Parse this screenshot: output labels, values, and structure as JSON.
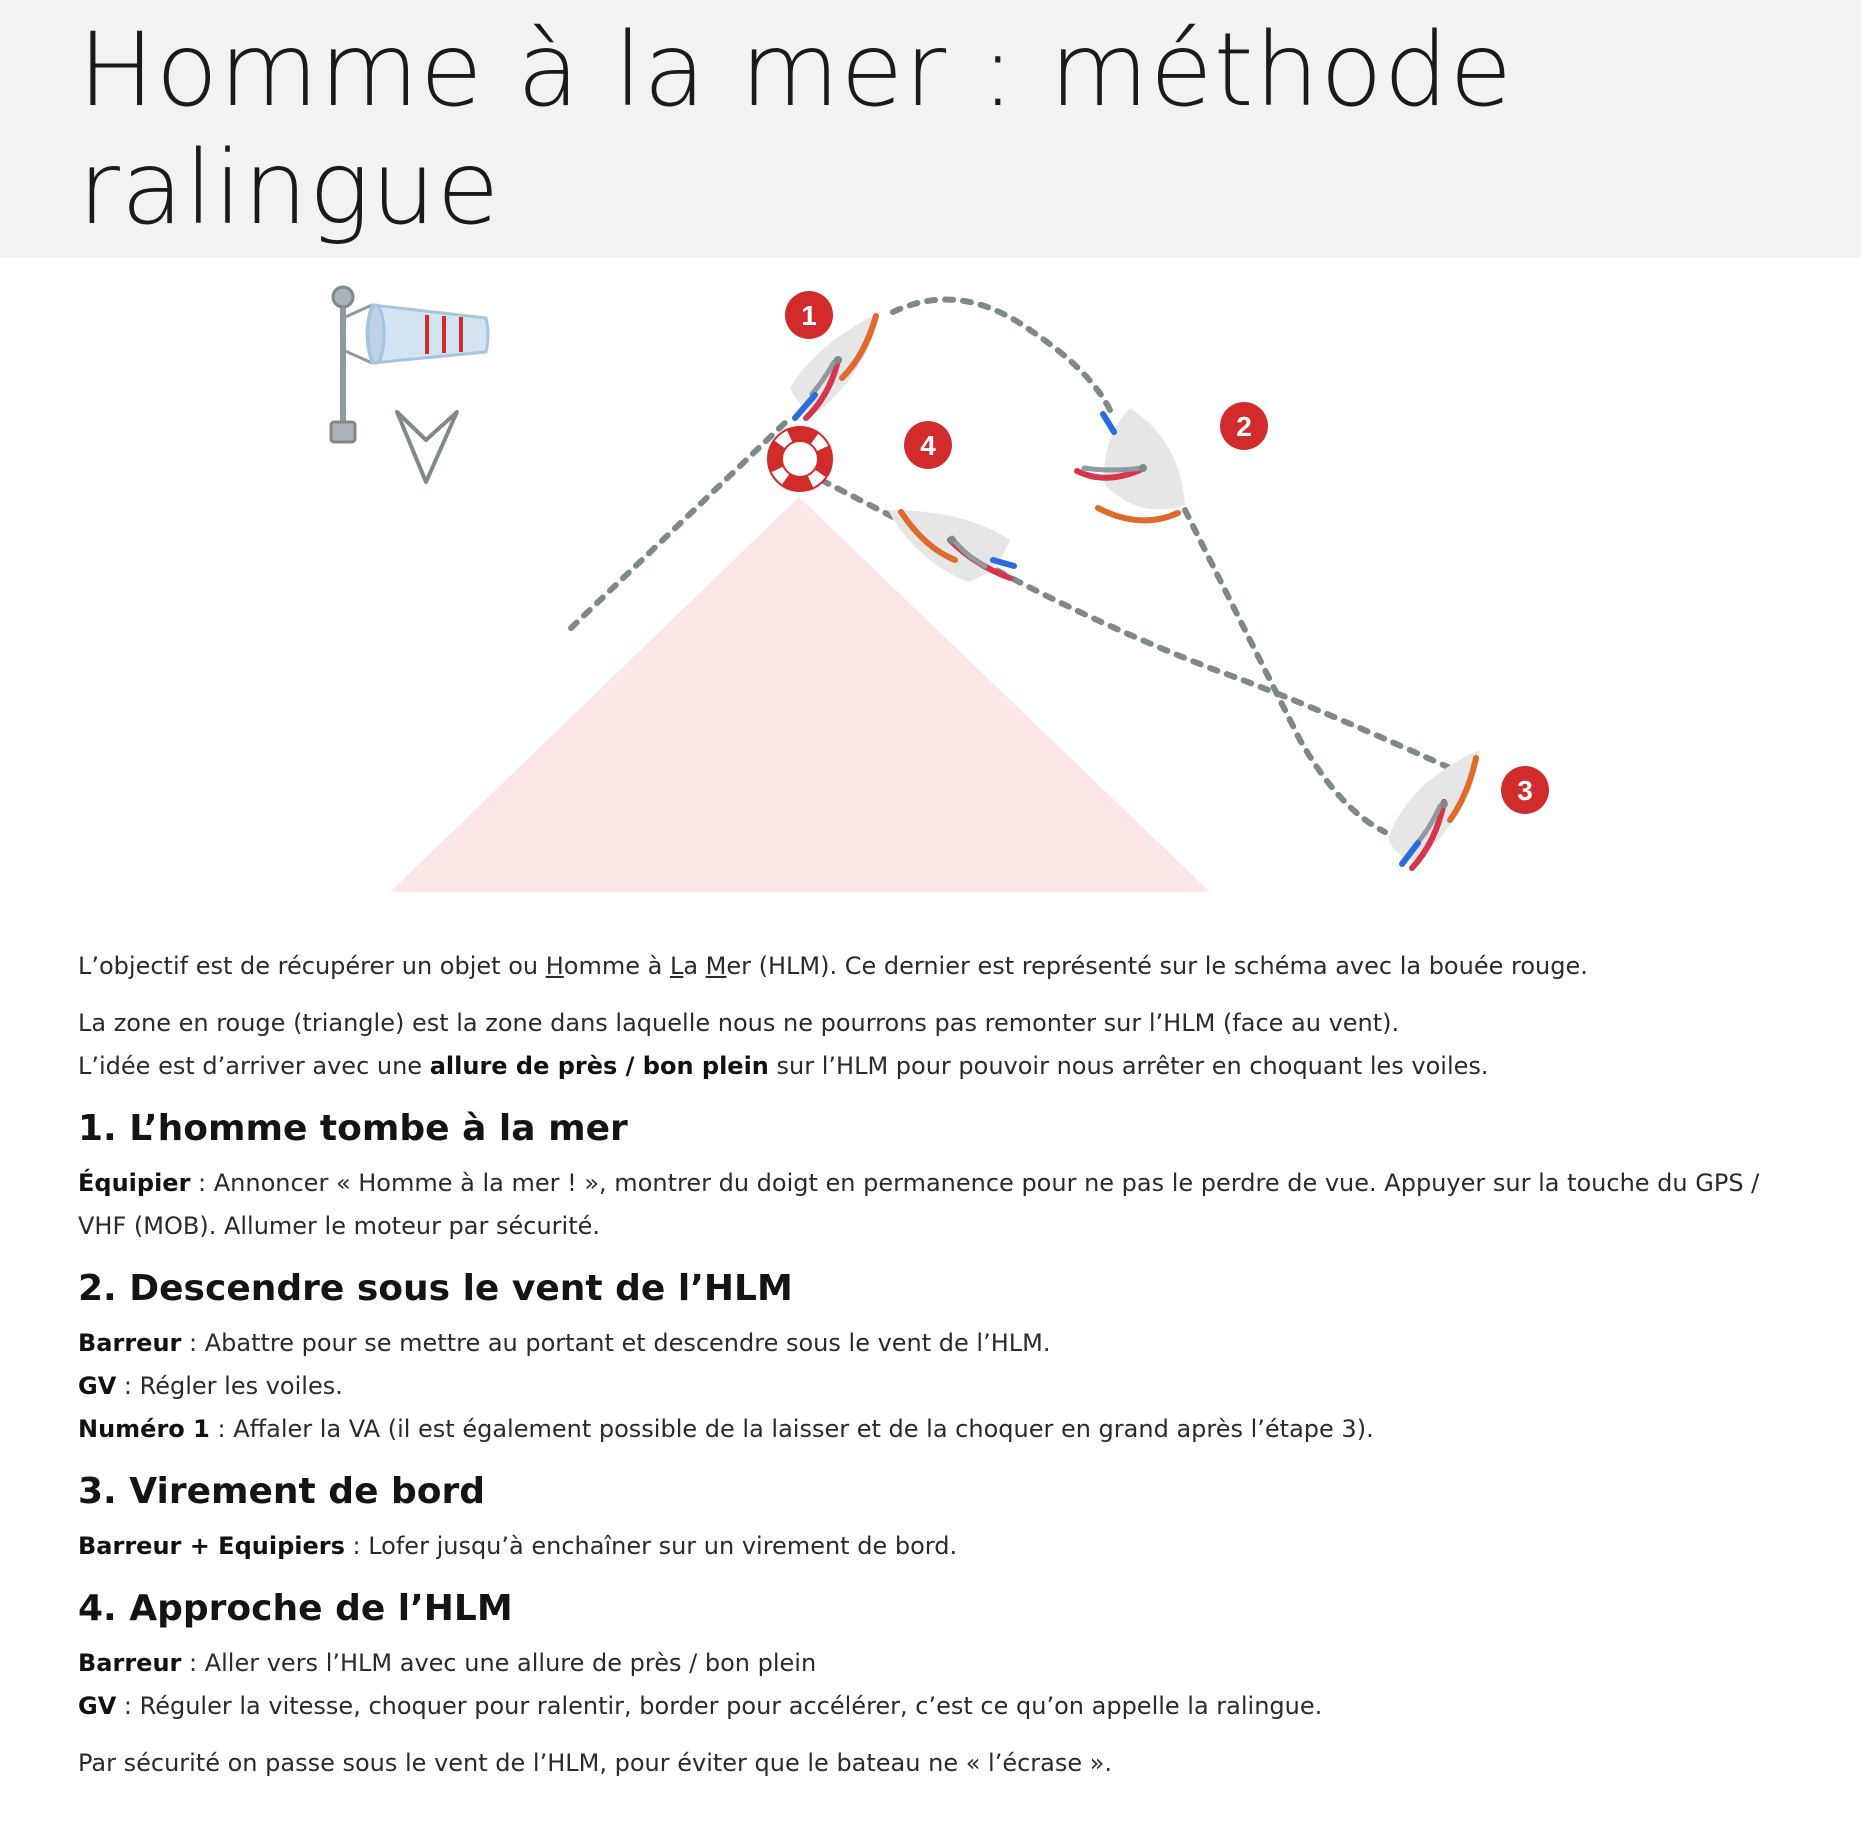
{
  "page": {
    "title_line1": "Homme à la mer : méthode",
    "title_line2": "ralingue"
  },
  "diagram": {
    "markers": [
      "1",
      "2",
      "3",
      "4"
    ],
    "colors": {
      "danger_zone": "#fce6e6",
      "path": "#7e8a8a",
      "marker": "#d12b2b",
      "buoy": "#d12b2b",
      "sail_red": "#d7354b",
      "sail_orange": "#e06a2b",
      "sail_blue": "#2b6be0",
      "hull": "#e6e6e6",
      "windsock": "#d2e3f2"
    },
    "icons": [
      "windsock-icon",
      "wind-direction-arrow-icon",
      "lifebuoy-icon",
      "sailboat-icon"
    ]
  },
  "content": {
    "intro": {
      "t1": "L’objectif est de récupérer un objet ou ",
      "u1": "H",
      "t2": "omme à ",
      "u2": "L",
      "t3": "a ",
      "u3": "M",
      "t4": "er (HLM). Ce dernier est représenté sur le schéma avec la bouée rouge."
    },
    "zone_line": "La zone en rouge (triangle) est la zone dans laquelle nous ne pourrons pas remonter sur l’HLM (face au vent).",
    "idea": {
      "before": "L’idée est d’arriver avec une ",
      "bold": "allure de près / bon plein",
      "after": " sur l’HLM pour pouvoir nous arrêter en choquant les voiles."
    },
    "sections": [
      {
        "heading": "1. L’homme tombe à la mer",
        "lines": [
          {
            "role": "Équipier",
            "text": " : Annoncer « Homme à la mer ! », montrer du doigt en permanence pour ne pas le perdre de vue. Appuyer sur la touche du GPS / VHF (MOB). Allumer le moteur par sécurité."
          }
        ]
      },
      {
        "heading": "2. Descendre sous le vent de l’HLM",
        "lines": [
          {
            "role": "Barreur",
            "text": " : Abattre pour se mettre au portant et descendre sous le vent de l’HLM."
          },
          {
            "role": "GV",
            "text": " : Régler les voiles."
          },
          {
            "role": "Numéro 1",
            "text": " : Affaler la VA (il est également possible de la laisser et de la choquer en grand après l’étape 3)."
          }
        ]
      },
      {
        "heading": "3. Virement de bord",
        "lines": [
          {
            "role": "Barreur + Equipiers",
            "text": " : Lofer jusqu’à enchaîner sur un virement de bord."
          }
        ]
      },
      {
        "heading": "4. Approche de l’HLM",
        "lines": [
          {
            "role": "Barreur",
            "text": " : Aller vers l’HLM avec une allure de près / bon plein"
          },
          {
            "role": "GV",
            "text": " : Réguler la vitesse, choquer pour ralentir, border pour accélérer, c’est ce qu’on appelle la ralingue."
          }
        ]
      }
    ],
    "closing": "Par sécurité on passe sous le vent de l’HLM, pour éviter que le bateau ne « l’écrase »."
  }
}
